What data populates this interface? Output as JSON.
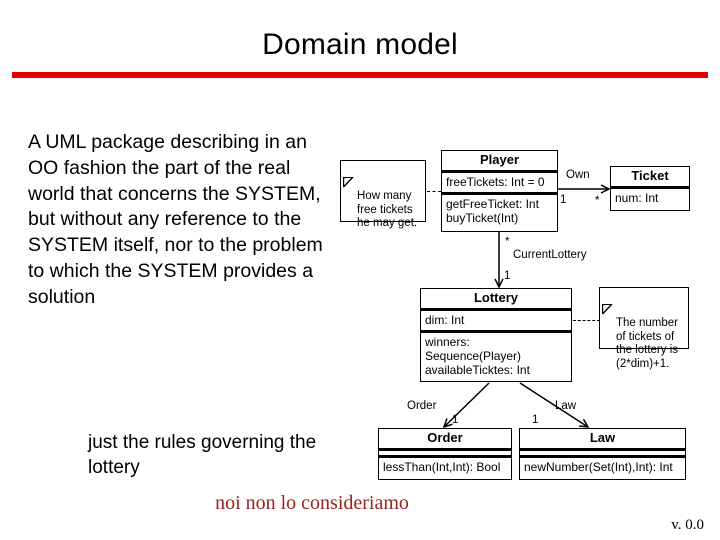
{
  "slide": {
    "title": "Domain model",
    "accent_color": "#e00000",
    "version": "v. 0.0"
  },
  "body": {
    "paragraph": "A UML package describing in an OO fashion the part of the real world that concerns the SYSTEM, but without any reference to the SYSTEM itself, nor to the problem to which the SYSTEM provides a solution"
  },
  "annotations": {
    "rules_note": "just the rules governing the lottery",
    "italian_note": "noi non lo consideriamo",
    "italian_note_color": "#9c2220"
  },
  "diagram": {
    "notes": [
      {
        "id": "player-note",
        "text": "How many free tickets he may get."
      },
      {
        "id": "lottery-note",
        "text": "The number of tickets of the lottery is (2*dim)+1."
      }
    ],
    "classes": [
      {
        "id": "player",
        "name": "Player",
        "attributes": "freeTickets: Int = 0",
        "operations": "getFreeTicket: Int\nbuyTicket(Int)"
      },
      {
        "id": "ticket",
        "name": "Ticket",
        "attributes": "num: Int",
        "operations": ""
      },
      {
        "id": "lottery",
        "name": "Lottery",
        "attributes": "dim: Int",
        "operations": "winners:\nSequence(Player)\navailableTicktes: Int"
      },
      {
        "id": "order",
        "name": "Order",
        "attributes": "",
        "operations": "lessThan(Int,Int): Bool"
      },
      {
        "id": "law",
        "name": "Law",
        "attributes": "",
        "operations": "newNumber(Set(Int),Int): Int"
      }
    ],
    "associations": [
      {
        "id": "own",
        "label": "Own",
        "source": "Player",
        "target": "Ticket",
        "source_multiplicity": "1",
        "target_multiplicity": "*"
      },
      {
        "id": "current-lottery",
        "label": "CurrentLottery",
        "source": "Player",
        "target": "Lottery",
        "source_multiplicity": "*",
        "target_multiplicity": "1"
      },
      {
        "id": "order-assoc",
        "label": "Order",
        "source": "Lottery",
        "target": "Order",
        "source_multiplicity": "",
        "target_multiplicity": "1"
      },
      {
        "id": "law-assoc",
        "label": "Law",
        "source": "Lottery",
        "target": "Law",
        "source_multiplicity": "",
        "target_multiplicity": "1"
      }
    ]
  }
}
